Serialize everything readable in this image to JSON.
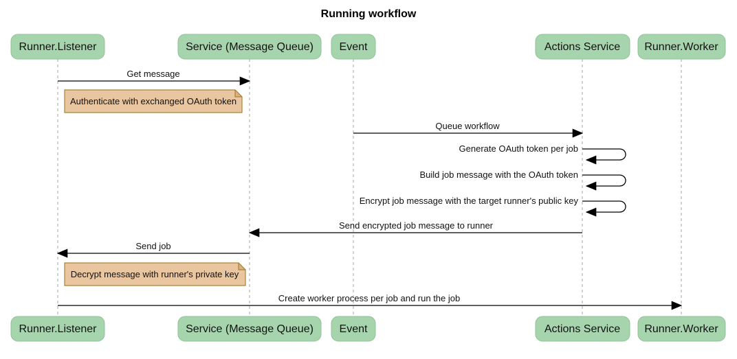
{
  "diagram_type": "sequence-diagram",
  "title": "Running workflow",
  "colors": {
    "participant_fill": "#a6d4ad",
    "participant_border": "#8fc297",
    "note_fill": "#e9c6a0",
    "note_fold": "#d9b184",
    "note_border": "#aa8239",
    "lifeline": "#a6a6a6",
    "arrow": "#000000",
    "background": "#ffffff"
  },
  "participants": [
    {
      "name": "Runner.Listener"
    },
    {
      "name": "Service (Message Queue)"
    },
    {
      "name": "Event"
    },
    {
      "name": "Actions Service"
    },
    {
      "name": "Runner.Worker"
    }
  ],
  "messages": [
    {
      "type": "arrow",
      "from": "Runner.Listener",
      "to": "Service (Message Queue)",
      "label": "Get message"
    },
    {
      "type": "note",
      "anchor": "right of Runner.Listener",
      "label": "Authenticate with exchanged OAuth token"
    },
    {
      "type": "arrow",
      "from": "Event",
      "to": "Actions Service",
      "label": "Queue workflow"
    },
    {
      "type": "self",
      "from": "Actions Service",
      "to": "Actions Service",
      "label": "Generate OAuth token per job"
    },
    {
      "type": "self",
      "from": "Actions Service",
      "to": "Actions Service",
      "label": "Build job message with the OAuth token"
    },
    {
      "type": "self",
      "from": "Actions Service",
      "to": "Actions Service",
      "label": "Encrypt job message with the target runner's public key"
    },
    {
      "type": "arrow",
      "from": "Actions Service",
      "to": "Service (Message Queue)",
      "label": "Send encrypted job message to runner"
    },
    {
      "type": "arrow",
      "from": "Service (Message Queue)",
      "to": "Runner.Listener",
      "label": "Send job"
    },
    {
      "type": "note",
      "anchor": "right of Runner.Listener",
      "label": "Decrypt message with runner's private key"
    },
    {
      "type": "arrow",
      "from": "Runner.Listener",
      "to": "Runner.Worker",
      "label": "Create worker process per job and run the job"
    }
  ]
}
